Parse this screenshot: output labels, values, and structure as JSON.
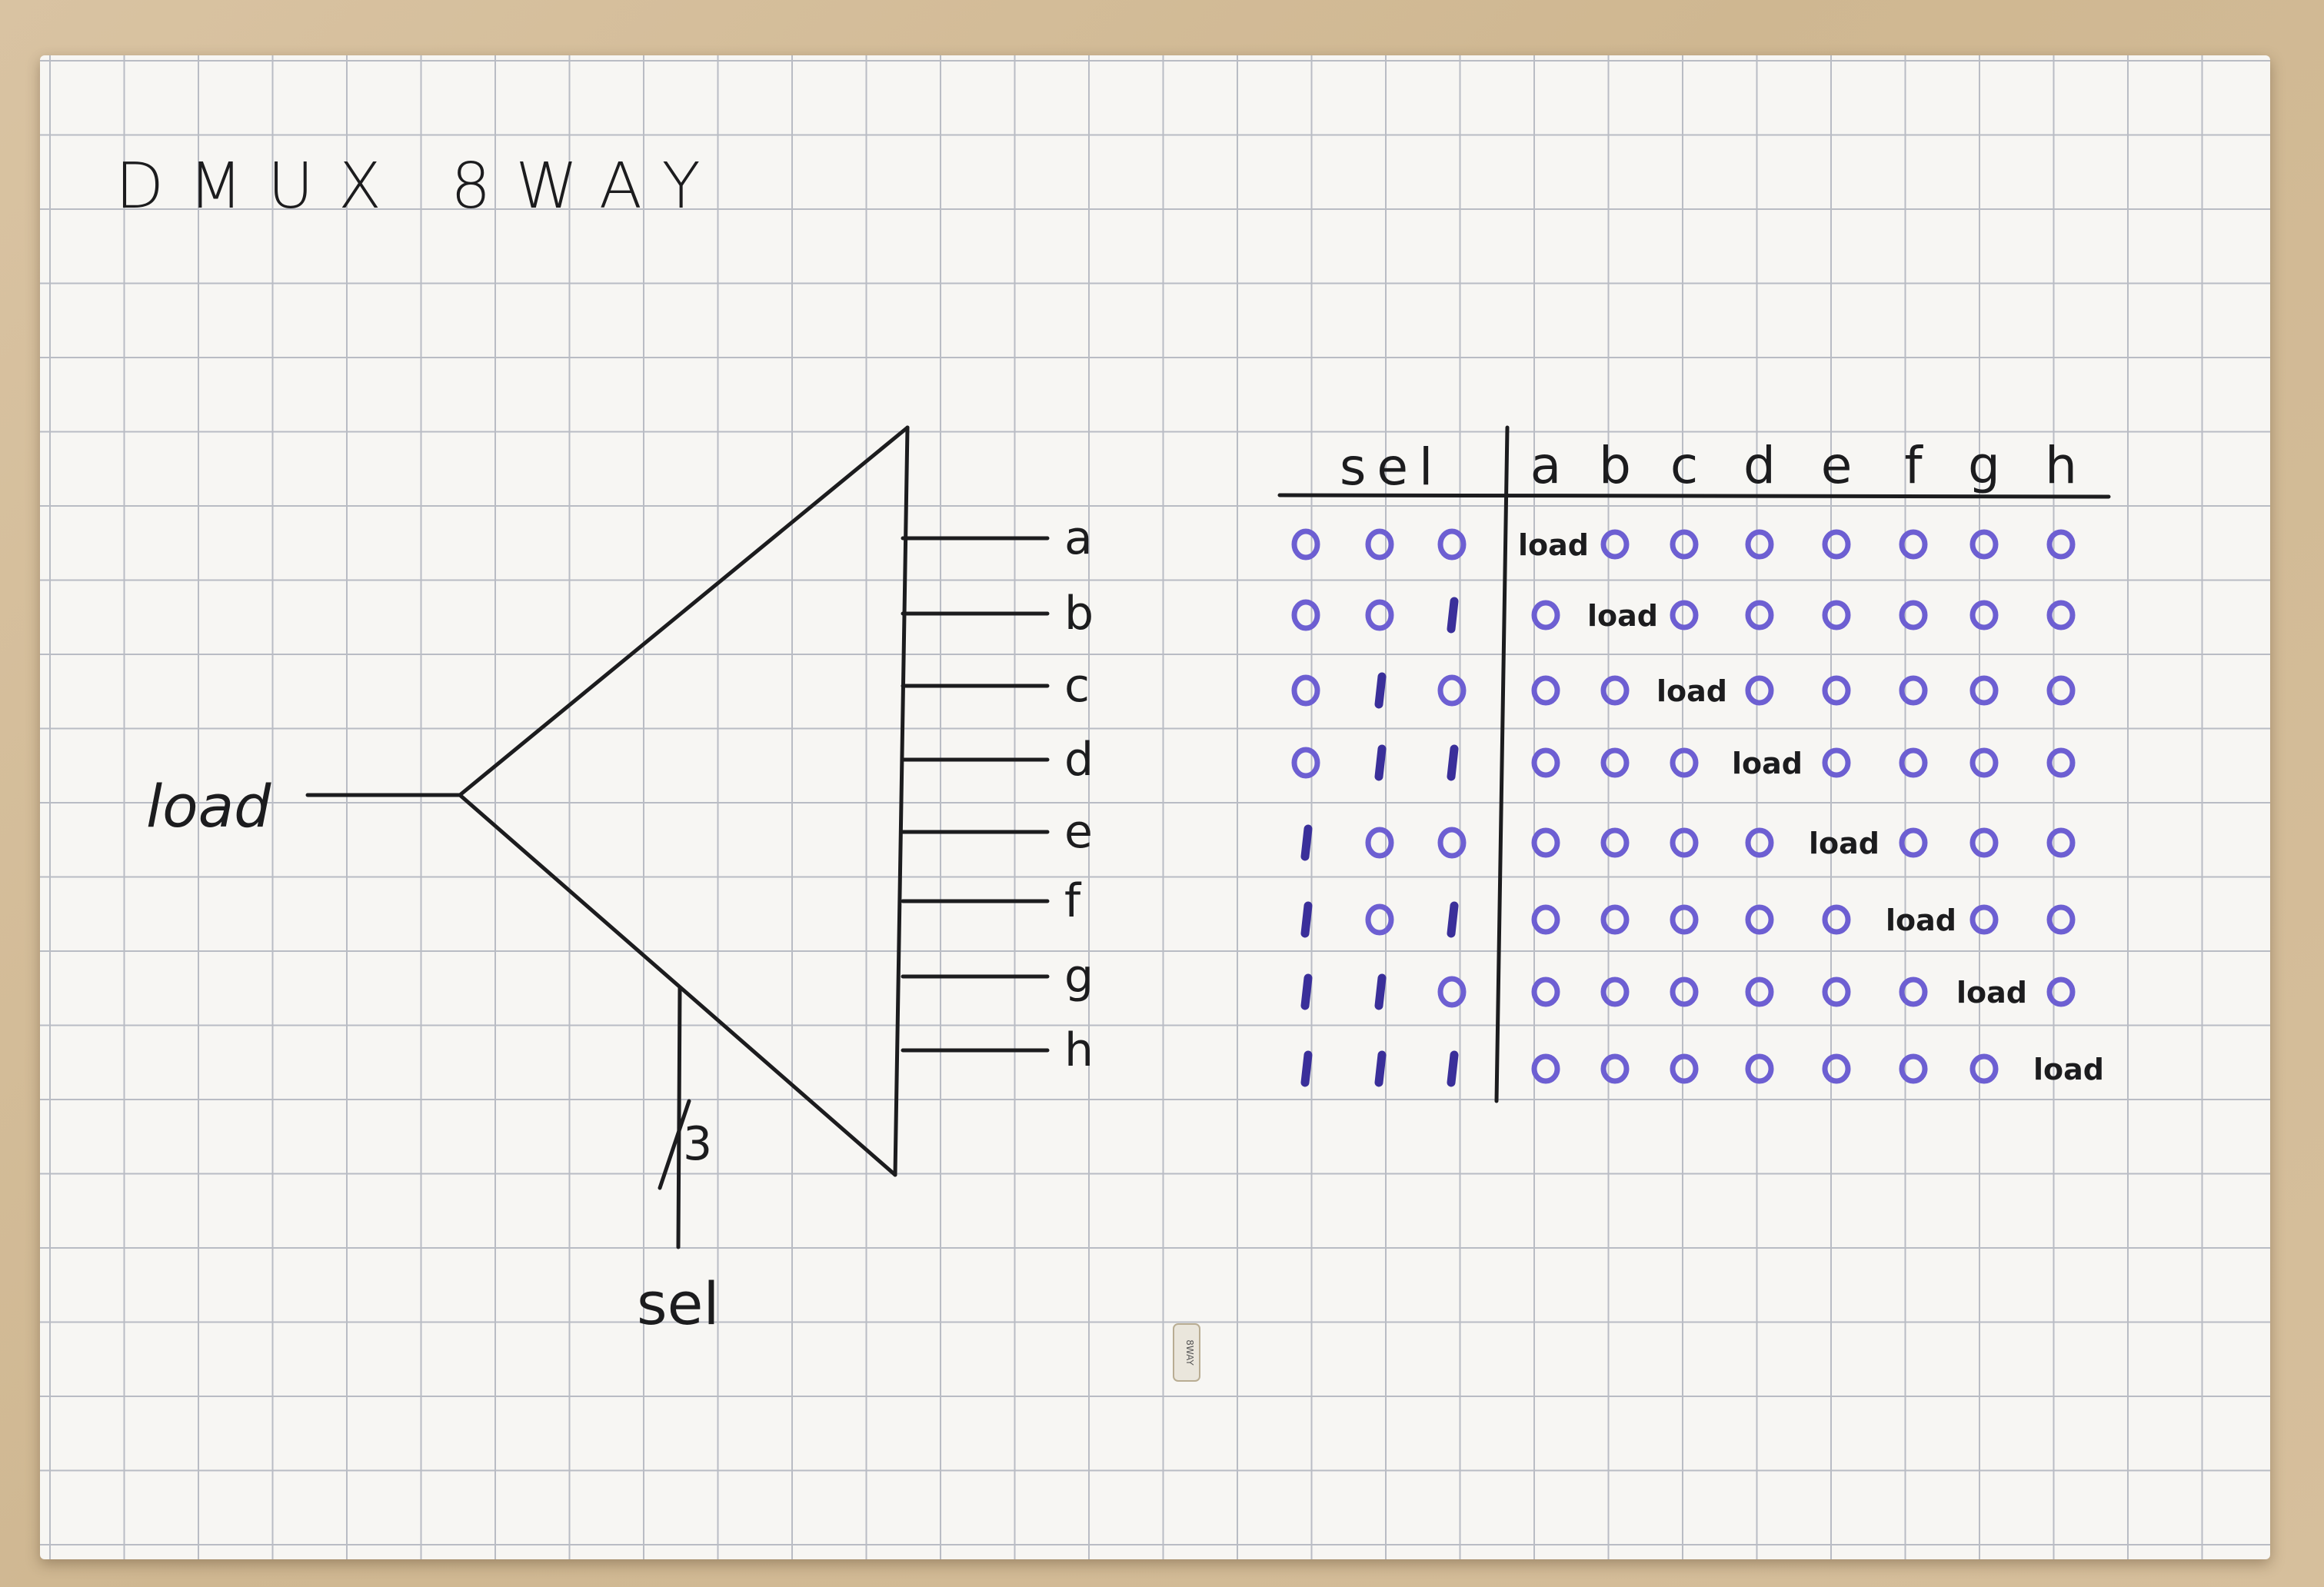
{
  "diagram": {
    "title": "DMUX 8WAY",
    "input_label": "load",
    "select_label": "sel",
    "bus_width": "3",
    "outputs": [
      "a",
      "b",
      "c",
      "d",
      "e",
      "f",
      "g",
      "h"
    ],
    "tag_text": "8WAY"
  },
  "truth_table": {
    "select_header": "sel",
    "output_headers": [
      "a",
      "b",
      "c",
      "d",
      "e",
      "f",
      "g",
      "h"
    ],
    "rows": [
      {
        "sel": [
          "0",
          "0",
          "0"
        ],
        "out": [
          "load",
          "0",
          "0",
          "0",
          "0",
          "0",
          "0",
          "0"
        ]
      },
      {
        "sel": [
          "0",
          "0",
          "1"
        ],
        "out": [
          "0",
          "load",
          "0",
          "0",
          "0",
          "0",
          "0",
          "0"
        ]
      },
      {
        "sel": [
          "0",
          "1",
          "0"
        ],
        "out": [
          "0",
          "0",
          "load",
          "0",
          "0",
          "0",
          "0",
          "0"
        ]
      },
      {
        "sel": [
          "0",
          "1",
          "1"
        ],
        "out": [
          "0",
          "0",
          "0",
          "load",
          "0",
          "0",
          "0",
          "0"
        ]
      },
      {
        "sel": [
          "1",
          "0",
          "0"
        ],
        "out": [
          "0",
          "0",
          "0",
          "0",
          "load",
          "0",
          "0",
          "0"
        ]
      },
      {
        "sel": [
          "1",
          "0",
          "1"
        ],
        "out": [
          "0",
          "0",
          "0",
          "0",
          "0",
          "load",
          "0",
          "0"
        ]
      },
      {
        "sel": [
          "1",
          "1",
          "0"
        ],
        "out": [
          "0",
          "0",
          "0",
          "0",
          "0",
          "0",
          "load",
          "0"
        ]
      },
      {
        "sel": [
          "1",
          "1",
          "1"
        ],
        "out": [
          "0",
          "0",
          "0",
          "0",
          "0",
          "0",
          "0",
          "load"
        ]
      }
    ],
    "value_color": "#6d5fd2",
    "ink_color": "#1c1c1e"
  }
}
